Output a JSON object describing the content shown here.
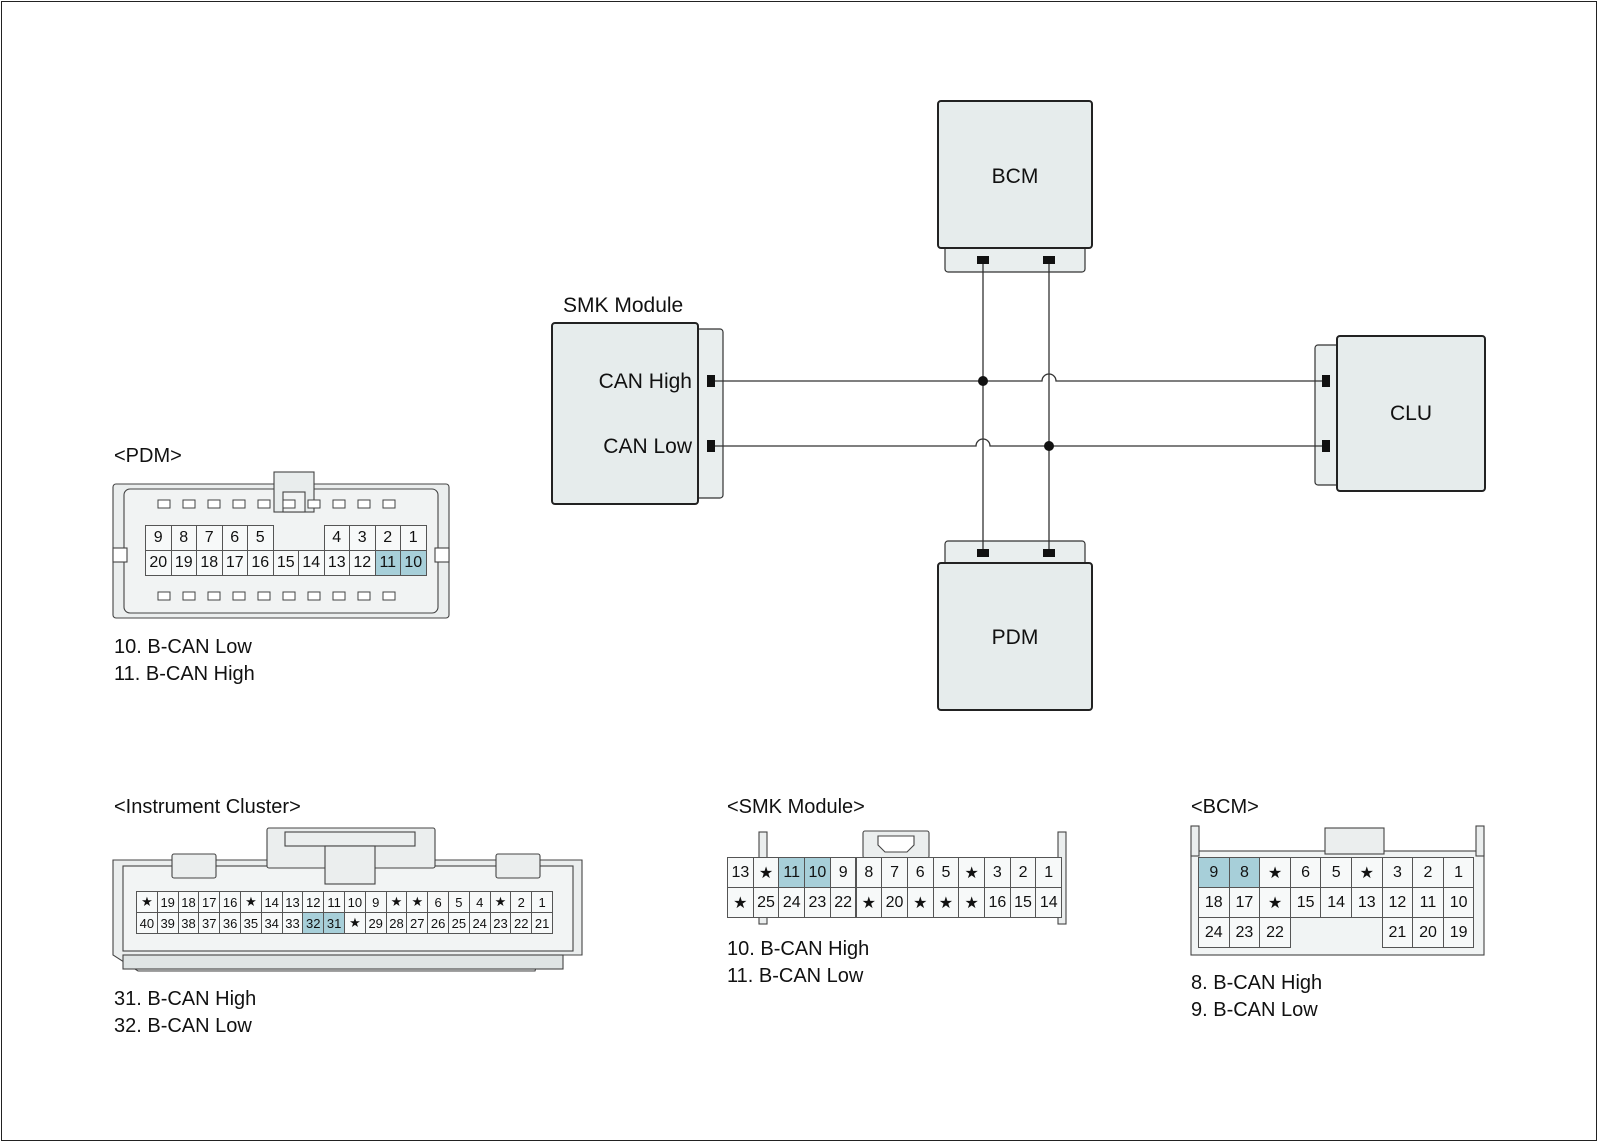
{
  "modules": {
    "bcm": "BCM",
    "pdm": "PDM",
    "clu": "CLU",
    "smk": "SMK Module",
    "can_high": "CAN High",
    "can_low": "CAN Low"
  },
  "connectors": {
    "pdm": {
      "title": "<PDM>",
      "row1": [
        "9",
        "8",
        "7",
        "6",
        "5",
        "",
        "",
        "4",
        "3",
        "2",
        "1"
      ],
      "row2": [
        "20",
        "19",
        "18",
        "17",
        "16",
        "15",
        "14",
        "13",
        "12",
        "11",
        "10"
      ],
      "highlight": [
        "11",
        "10"
      ],
      "pins": [
        "10. B-CAN Low",
        "11. B-CAN High"
      ]
    },
    "cluster": {
      "title": "<Instrument Cluster>",
      "row1": [
        "★",
        "19",
        "18",
        "17",
        "16",
        "★",
        "14",
        "13",
        "12",
        "11",
        "10",
        "9",
        "★",
        "★",
        "6",
        "5",
        "4",
        "★",
        "2",
        "1"
      ],
      "row2": [
        "40",
        "39",
        "38",
        "37",
        "36",
        "35",
        "34",
        "33",
        "32",
        "31",
        "★",
        "29",
        "28",
        "27",
        "26",
        "25",
        "24",
        "23",
        "22",
        "21"
      ],
      "highlight": [
        "32",
        "31"
      ],
      "pins": [
        "31. B-CAN High",
        "32. B-CAN Low"
      ]
    },
    "smk": {
      "title": "<SMK Module>",
      "row1": [
        "13",
        "★",
        "11",
        "10",
        "9",
        "8",
        "7",
        "6",
        "5",
        "★",
        "3",
        "2",
        "1"
      ],
      "row2": [
        "★",
        "25",
        "24",
        "23",
        "22",
        "★",
        "20",
        "★",
        "★",
        "★",
        "16",
        "15",
        "14"
      ],
      "highlight": [
        "11",
        "10"
      ],
      "pins": [
        "10. B-CAN High",
        "11. B-CAN Low"
      ]
    },
    "bcm": {
      "title": "<BCM>",
      "row1": [
        "9",
        "8",
        "★",
        "6",
        "5",
        "★",
        "3",
        "2",
        "1"
      ],
      "row2": [
        "18",
        "17",
        "★",
        "15",
        "14",
        "13",
        "12",
        "11",
        "10"
      ],
      "row3": [
        "24",
        "23",
        "22",
        "",
        "",
        "",
        "21",
        "20",
        "19"
      ],
      "highlight": [
        "9",
        "8"
      ],
      "pins": [
        "8. B-CAN High",
        "9. B-CAN Low"
      ]
    }
  }
}
